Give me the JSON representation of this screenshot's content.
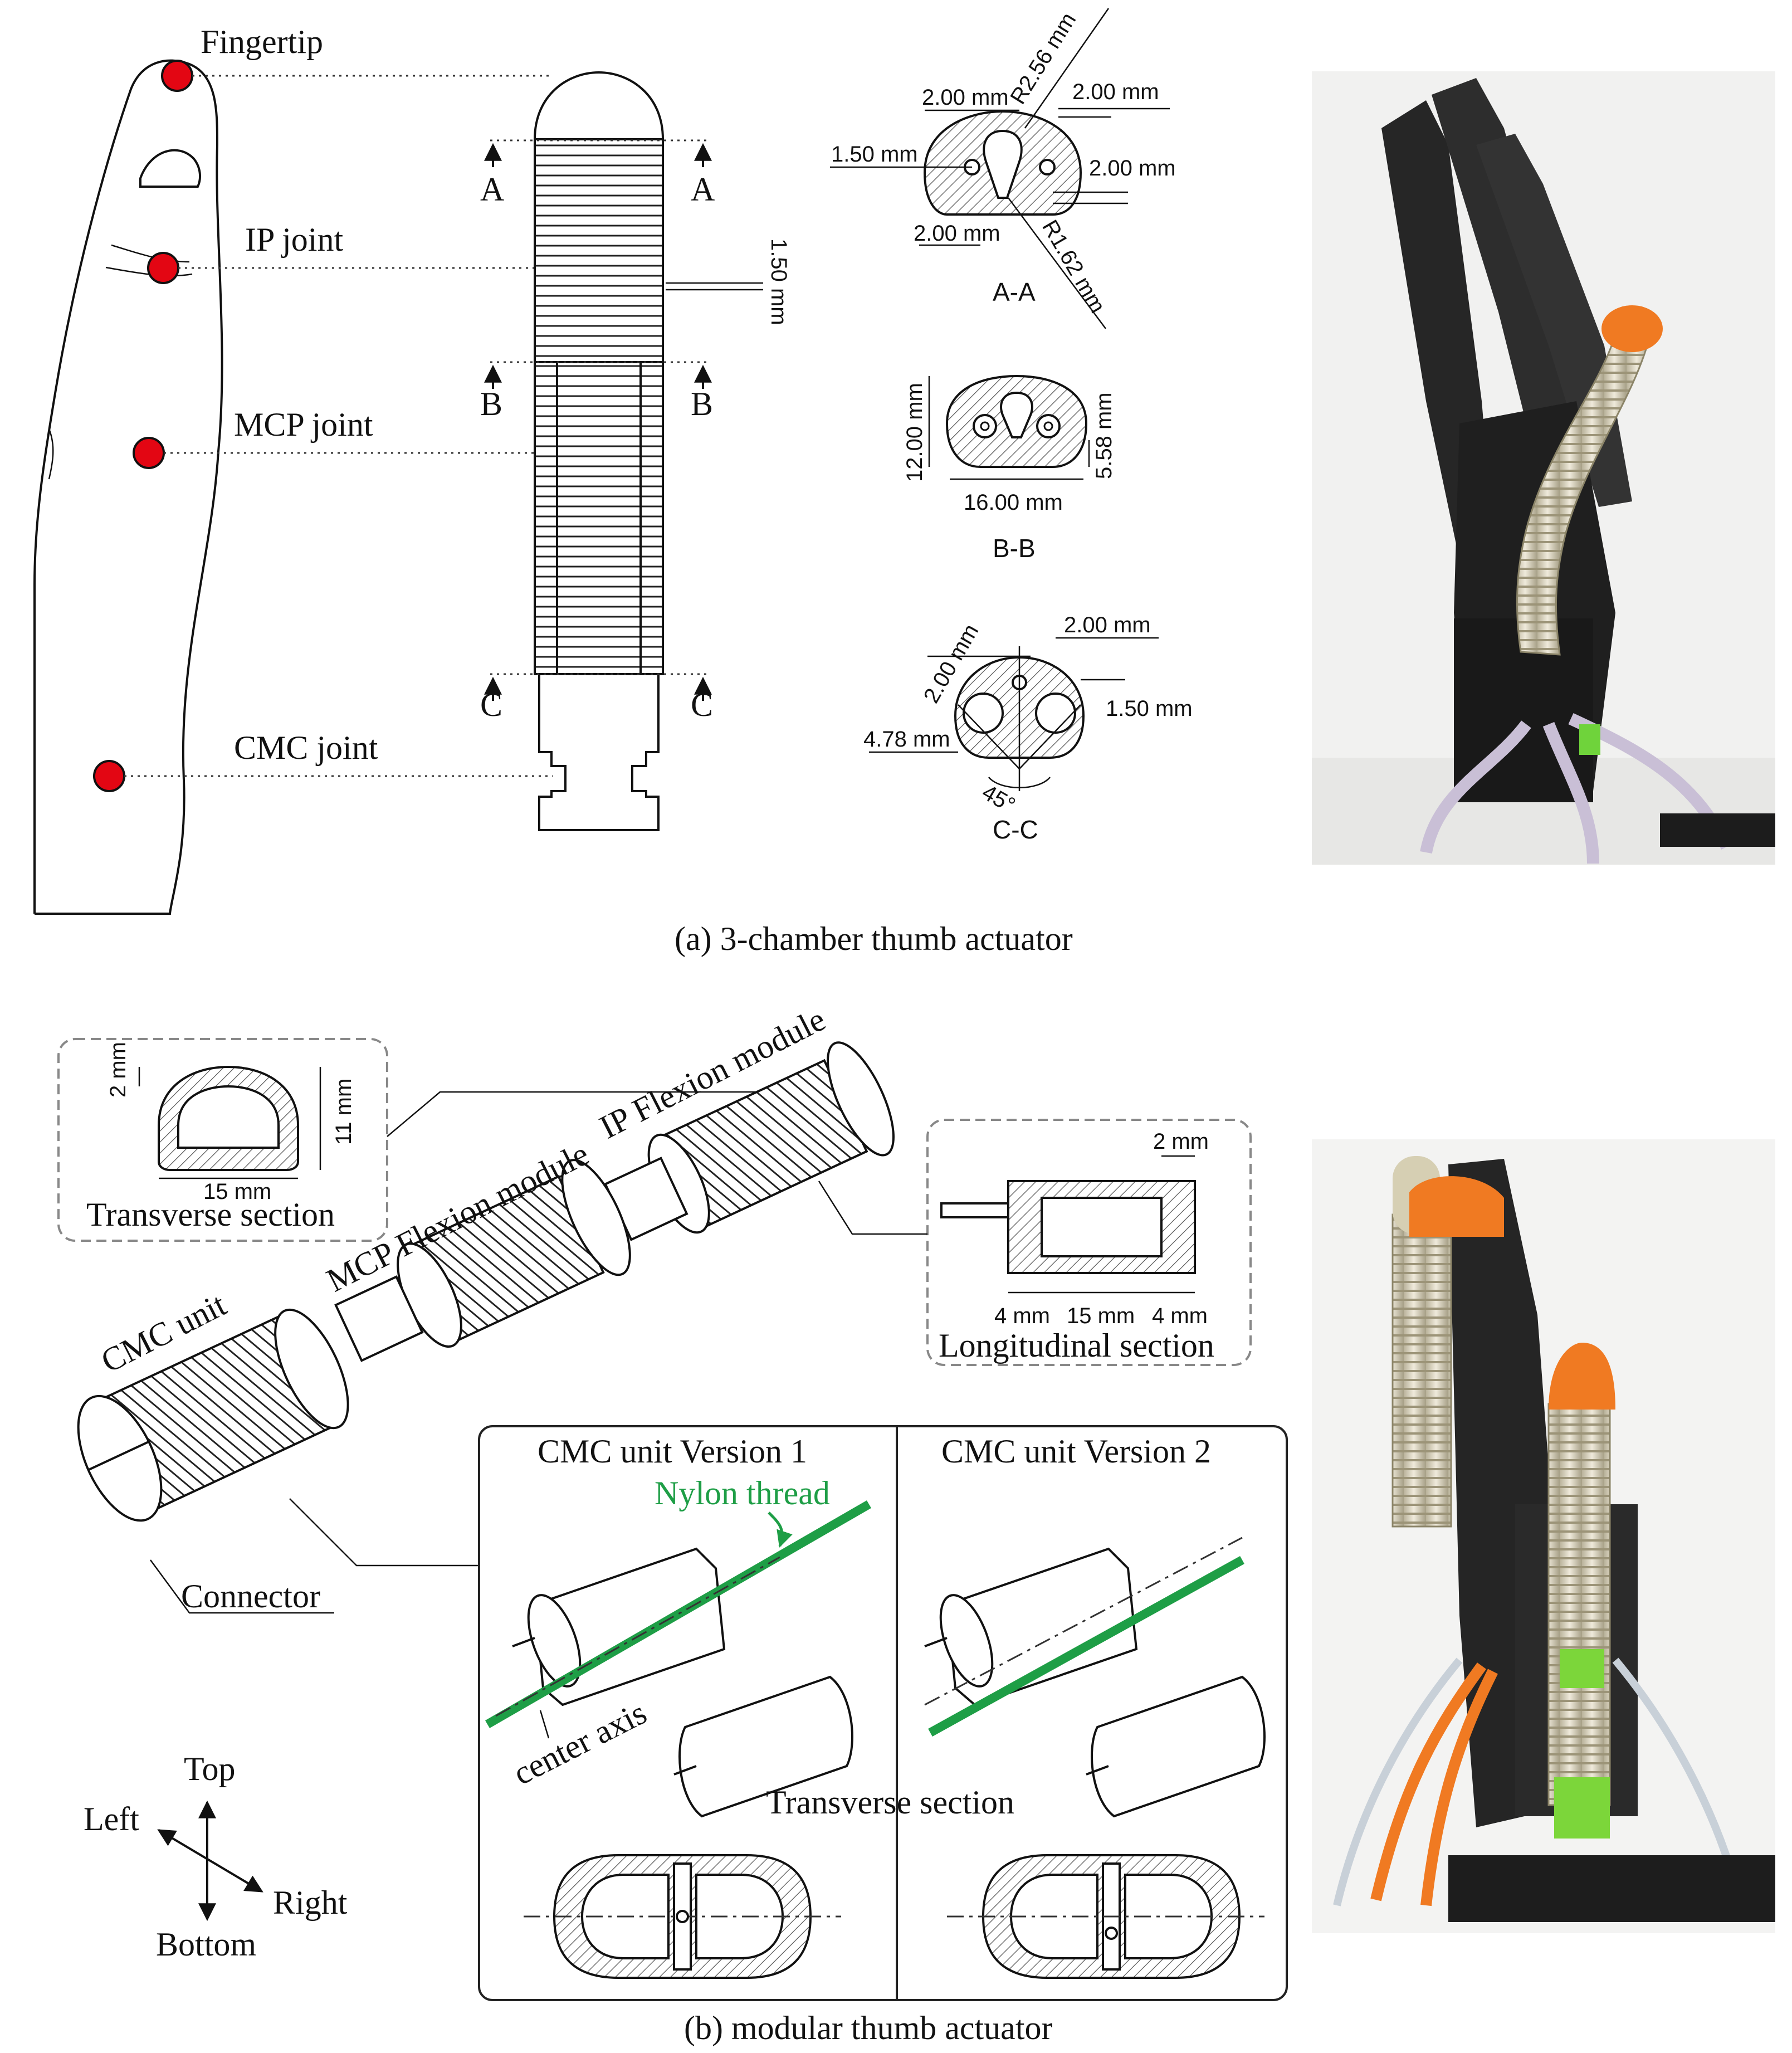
{
  "panel_a": {
    "finger_labels": {
      "fingertip": "Fingertip",
      "ip": "IP joint",
      "mcp": "MCP joint",
      "cmc": "CMC joint"
    },
    "section_letters": {
      "a": "A",
      "b": "B",
      "c": "C"
    },
    "pitch_dim": "1.50 mm",
    "section_aa": {
      "title": "A-A",
      "d1": "2.00 mm",
      "r1": "R2.56 mm",
      "d2": "2.00 mm",
      "d3": "1.50 mm",
      "d4": "2.00 mm",
      "d5": "2.00 mm",
      "r2": "R1.62 mm"
    },
    "section_bb": {
      "title": "B-B",
      "height": "12.00 mm",
      "width": "16.00 mm",
      "side": "5.58 mm"
    },
    "section_cc": {
      "title": "C-C",
      "d1": "2.00 mm",
      "d2": "2.00 mm",
      "d3": "1.50 mm",
      "d4": "4.78 mm",
      "angle": "45°"
    },
    "caption": "(a)  3-chamber thumb actuator"
  },
  "panel_b": {
    "transverse": {
      "title": "Transverse section",
      "wall": "2 mm",
      "height": "11 mm",
      "width": "15 mm"
    },
    "longitudinal": {
      "title": "Longitudinal section",
      "wall": "2 mm",
      "d1": "4 mm",
      "d2": "15 mm",
      "d3": "4 mm"
    },
    "modules": {
      "ip": "IP Flexion module",
      "mcp": "MCP Flexion module",
      "cmc": "CMC unit",
      "connector": "Connector"
    },
    "versions": {
      "v1": "CMC unit Version 1",
      "v2": "CMC unit Version 2",
      "thread": "Nylon thread",
      "axis": "center axis",
      "section": "Transverse section"
    },
    "directions": {
      "top": "Top",
      "bottom": "Bottom",
      "left": "Left",
      "right": "Right"
    },
    "caption": "(b)  modular thumb actuator"
  },
  "colors": {
    "joint_marker": "#e30613",
    "nylon_thread": "#1e9e46",
    "actuator_cap": "#f07a22",
    "body_green": "#7cd63a"
  }
}
